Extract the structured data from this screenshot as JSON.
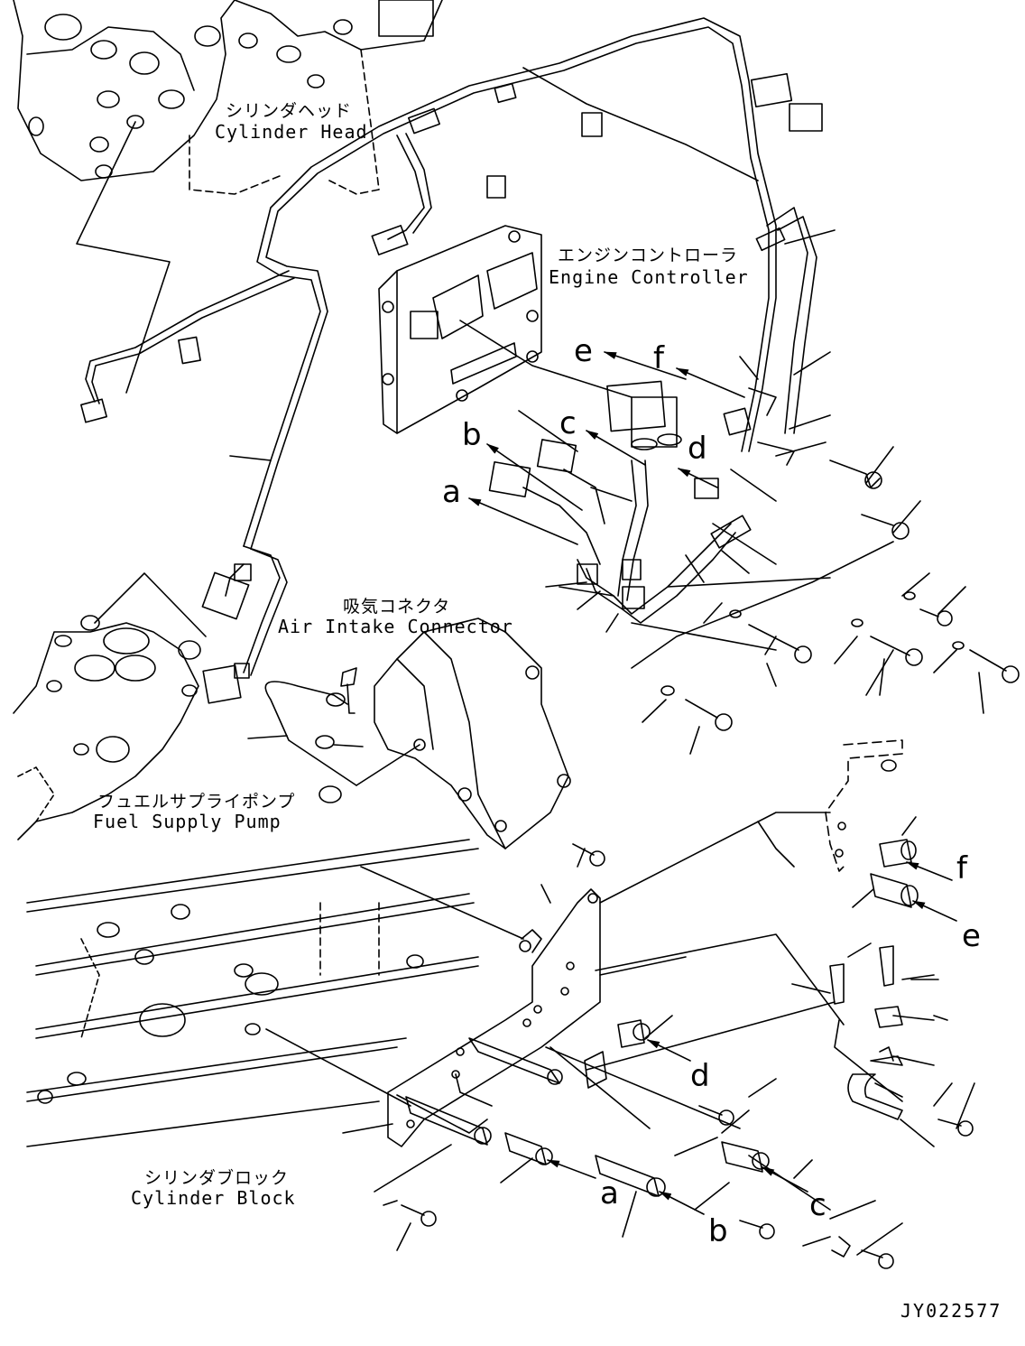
{
  "labels": {
    "cylinder_head_jp": "シリンダヘッド",
    "cylinder_head_en": "Cylinder Head",
    "engine_controller_jp": "エンジンコントローラ",
    "engine_controller_en": "Engine Controller",
    "air_intake_jp": "吸気コネクタ",
    "air_intake_en": "Air Intake Connector",
    "fuel_pump_jp": "フュエルサプライポンプ",
    "fuel_pump_en": "Fuel Supply Pump",
    "cylinder_block_jp": "シリンダブロック",
    "cylinder_block_en": "Cylinder Block"
  },
  "callouts": {
    "upper": {
      "a": "a",
      "b": "b",
      "c": "c",
      "d": "d",
      "e": "e",
      "f": "f"
    },
    "lower": {
      "a": "a",
      "b": "b",
      "c": "c",
      "d": "d",
      "e": "e",
      "f": "f"
    }
  },
  "drawing_code": "JY022577"
}
